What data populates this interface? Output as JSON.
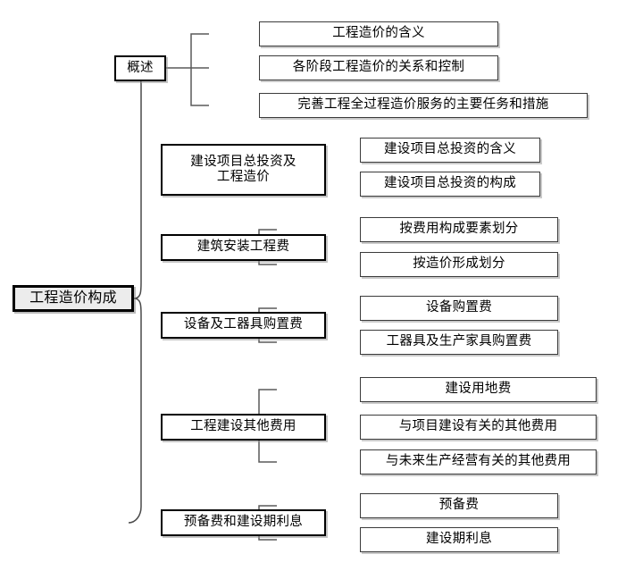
{
  "diagram": {
    "type": "tree-mindmap",
    "title": "工程造价构成",
    "root": {
      "label": "工程造价构成",
      "fill": "#ececec",
      "border": "#000000"
    },
    "branches": [
      {
        "label": "概述",
        "children": [
          {
            "label": "工程造价的含义"
          },
          {
            "label": "各阶段工程造价的关系和控制"
          },
          {
            "label": "完善工程全过程造价服务的主要任务和措施"
          }
        ]
      },
      {
        "label": "建设项目总投资及\n工程造价",
        "children": [
          {
            "label": "建设项目总投资的含义"
          },
          {
            "label": "建设项目总投资的构成"
          }
        ]
      },
      {
        "label": "建筑安装工程费",
        "children": [
          {
            "label": "按费用构成要素划分"
          },
          {
            "label": "按造价形成划分"
          }
        ]
      },
      {
        "label": "设备及工器具购置费",
        "children": [
          {
            "label": "设备购置费"
          },
          {
            "label": "工器具及生产家具购置费"
          }
        ]
      },
      {
        "label": "工程建设其他费用",
        "children": [
          {
            "label": "建设用地费"
          },
          {
            "label": "与项目建设有关的其他费用"
          },
          {
            "label": "与未来生产经营有关的其他费用"
          }
        ]
      },
      {
        "label": "预备费和建设期利息",
        "children": [
          {
            "label": "预备费"
          },
          {
            "label": "建设期利息"
          }
        ]
      }
    ]
  }
}
